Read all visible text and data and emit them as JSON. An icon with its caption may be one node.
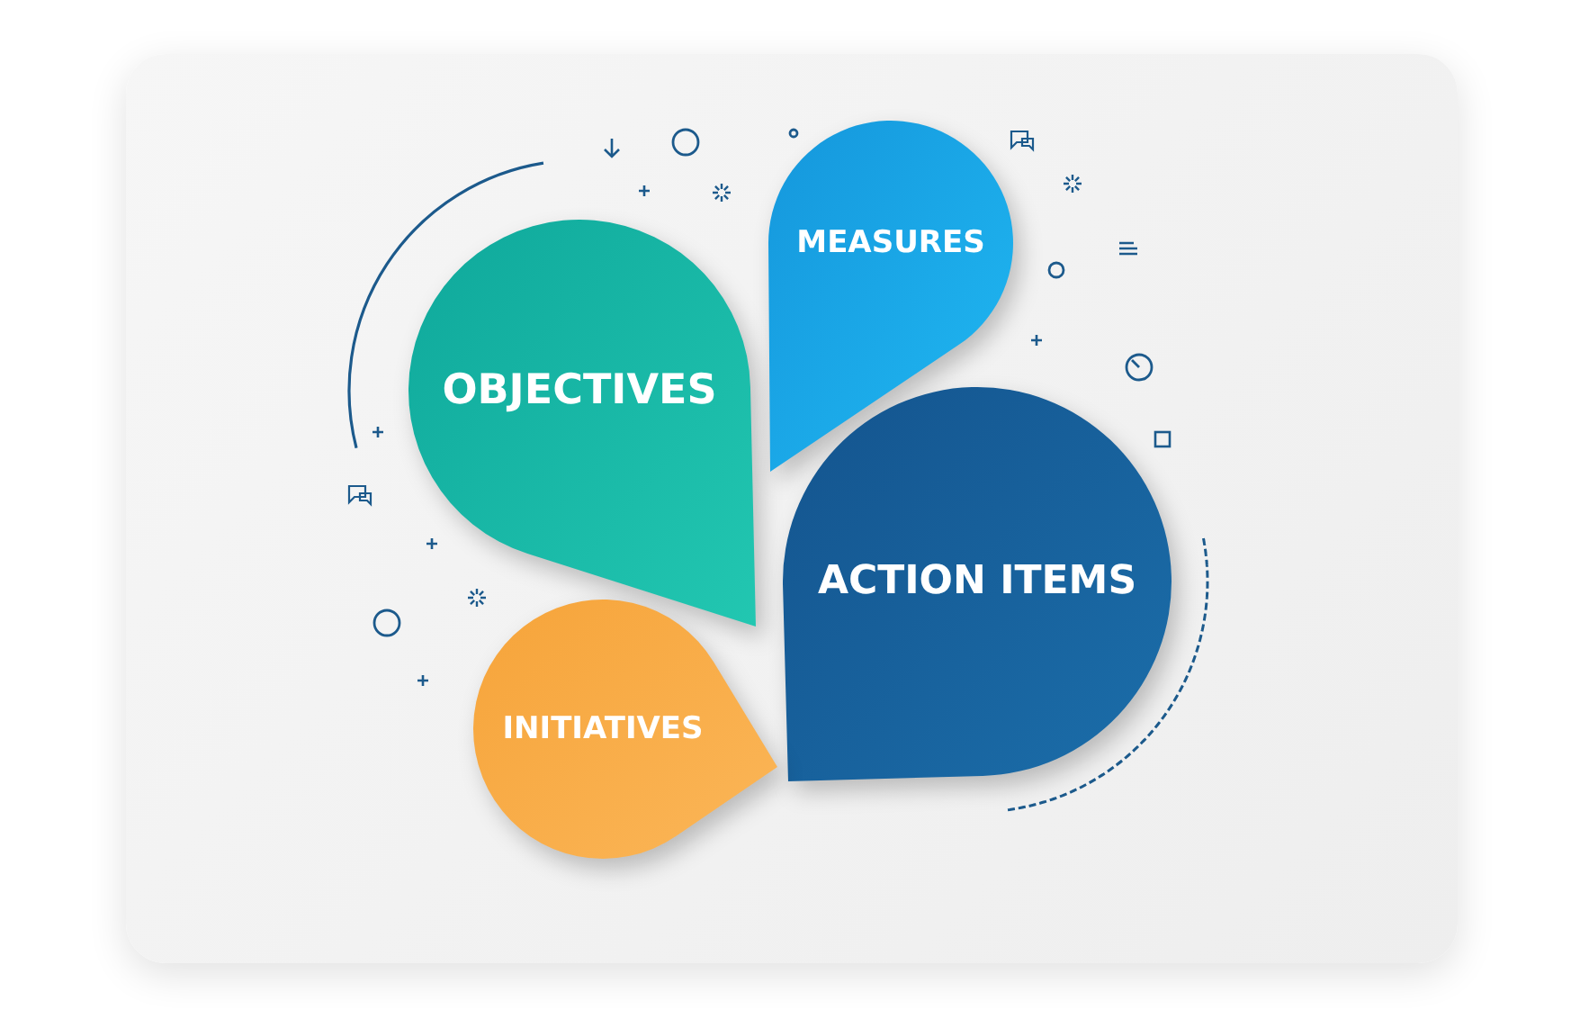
{
  "diagram": {
    "nodes": [
      {
        "text": [
          "OBJECTIVES"
        ]
      },
      {
        "text": [
          "MEASURES"
        ]
      },
      {
        "text": [
          "ACTION ITEMS"
        ]
      },
      {
        "text": [
          "INITIATIVES"
        ]
      }
    ]
  }
}
